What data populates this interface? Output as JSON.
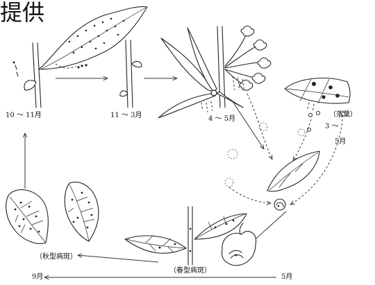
{
  "header": {
    "text": "提供"
  },
  "labels": {
    "oct_nov": "10 ～ 11月",
    "nov_mar": "11 ～ 3月",
    "apr_may": "4 ～ 5月",
    "fallen_leaf": "（落葉）",
    "mar_a": "3 ～",
    "mar_b": "5月",
    "autumn_lesion": "（秋型病斑）",
    "spring_lesion": "（春型病斑）",
    "sep": "9月",
    "may": "5月"
  }
}
